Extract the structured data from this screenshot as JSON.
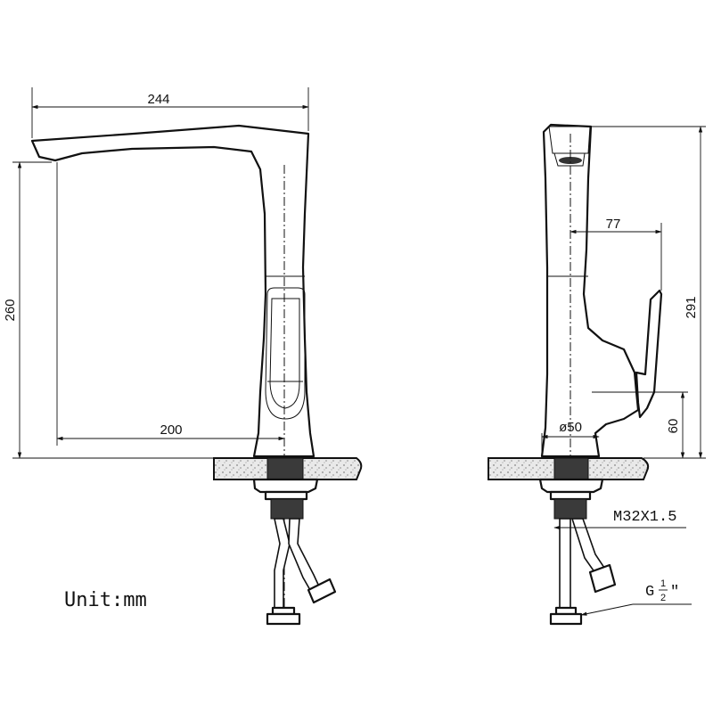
{
  "dimensions": {
    "spout_reach": "244",
    "spout_height": "260",
    "base_to_spout": "200",
    "handle_offset": "77",
    "total_height": "291",
    "handle_height": "60",
    "base_diameter": "ø50"
  },
  "thread": {
    "mount": "M32X1.5",
    "inlet_prefix": "G",
    "inlet_num": "1",
    "inlet_den": "2",
    "inlet_suffix": "″"
  },
  "unit_label": "Unit:mm",
  "colors": {
    "line": "#111111",
    "counter_fill": "#e9e9e9",
    "thread_fill": "#3a3a3a"
  }
}
